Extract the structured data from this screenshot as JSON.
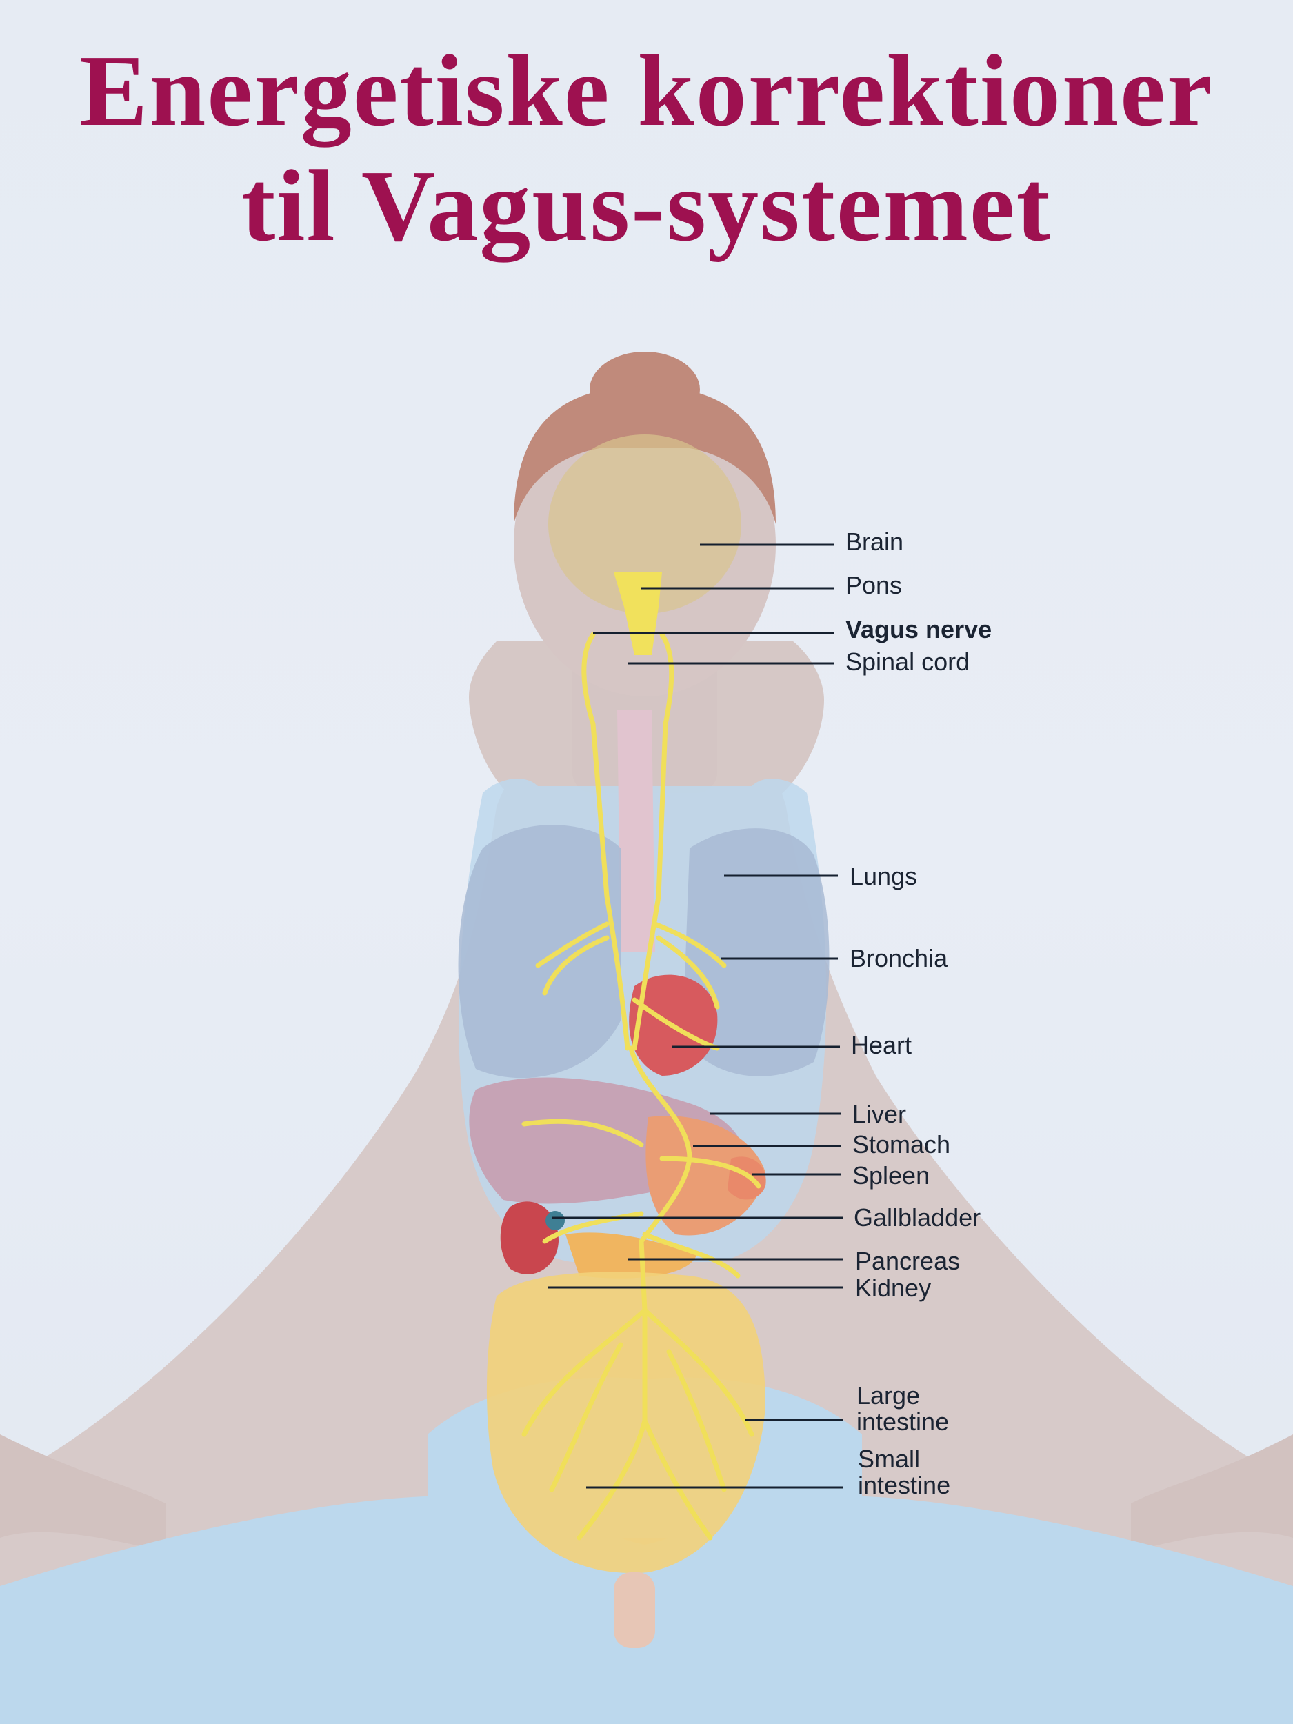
{
  "title": {
    "line1": "Energetiske korrektioner",
    "line2": "til Vagus-systemet"
  },
  "labels": {
    "brain": "Brain",
    "pons": "Pons",
    "vagus_nerve": "Vagus nerve",
    "spinal_cord": "Spinal cord",
    "lungs": "Lungs",
    "bronchia": "Bronchia",
    "heart": "Heart",
    "liver": "Liver",
    "stomach": "Stomach",
    "spleen": "Spleen",
    "gallbladder": "Gallbladder",
    "pancreas": "Pancreas",
    "kidney": "Kidney",
    "large_intestine_1": "Large",
    "large_intestine_2": "intestine",
    "small_intestine_1": "Small",
    "small_intestine_2": "intestine"
  },
  "colors": {
    "title": "#9e1150",
    "skin": "#d8c8c3",
    "hair": "#c48e7e",
    "nerve": "#f0e05a",
    "lungs": "#a9bdd8",
    "heart": "#d85a5e",
    "liver": "#c99aa8",
    "intestine": "#f2d57a",
    "clothing": "#b8d6ec"
  }
}
